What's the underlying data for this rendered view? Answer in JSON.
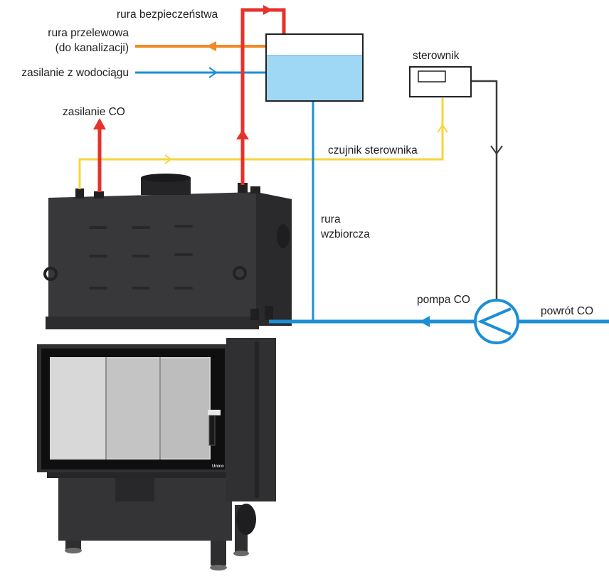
{
  "colors": {
    "safety_pipe": "#e5322b",
    "overflow_pipe": "#ef8a24",
    "water_pipe": "#1c8ed6",
    "sensor_wire": "#f7d53a",
    "control_wire": "#3a3a3a",
    "tank_water": "#9fd8f4",
    "fireplace_dark": "#2b2b2d",
    "fireplace_mid": "#3b3b3e",
    "glass": "#c9c9c9"
  },
  "labels": {
    "safety_pipe": "rura bezpieczeństwa",
    "overflow_pipe_line1": "rura przelewowa",
    "overflow_pipe_line2": "(do kanalizacji)",
    "water_supply": "zasilanie z wodociągu",
    "co_supply": "zasilanie CO",
    "controller": "sterownik",
    "controller_sensor": "czujnik sterownika",
    "expansion_pipe_line1": "rura",
    "expansion_pipe_line2": "wzbiorcza",
    "co_pump": "pompa CO",
    "co_return": "powrót CO"
  },
  "brand": "Unico",
  "icons": {
    "pump": "pump-symbol-icon",
    "tank": "expansion-tank-icon",
    "controller": "controller-box-icon"
  }
}
